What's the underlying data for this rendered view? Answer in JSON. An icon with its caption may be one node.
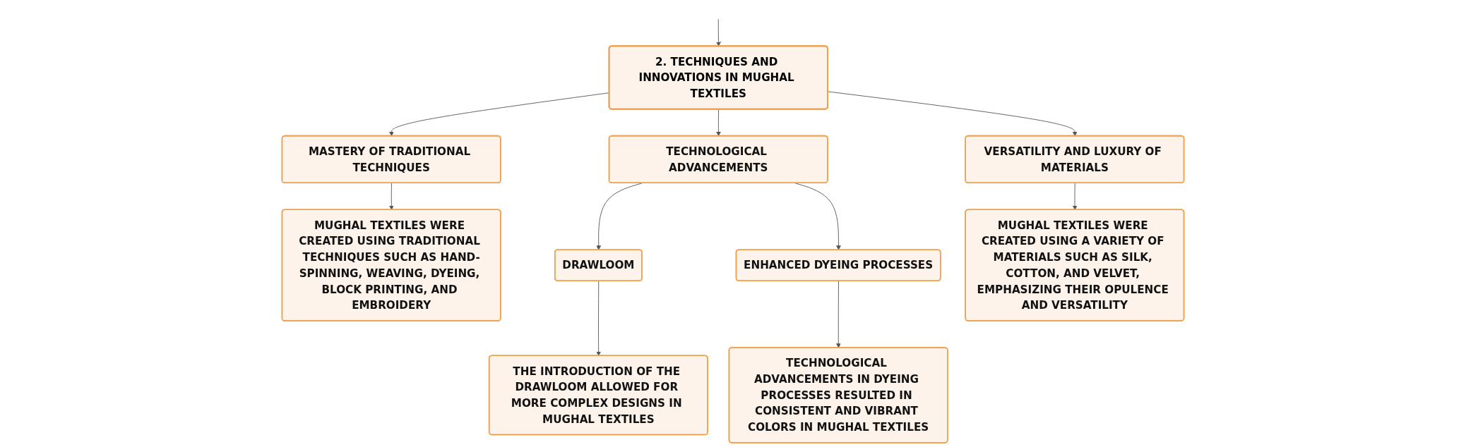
{
  "diagram": {
    "nodes": [
      {
        "text": [
          "2. TECHNIQUES AND INNOVATIONS IN MUGHAL TEXTILES"
        ]
      },
      {
        "text": [
          "MASTERY OF TRADITIONAL TECHNIQUES"
        ]
      },
      {
        "text": [
          "MUGHAL TEXTILES WERE CREATED USING TRADITIONAL TECHNIQUES SUCH AS HAND-SPINNING, WEAVING, DYEING, BLOCK PRINTING, AND EMBROIDERY"
        ]
      },
      {
        "text": [
          "TECHNOLOGICAL ADVANCEMENTS"
        ]
      },
      {
        "text": [
          "DRAWLOOM"
        ]
      },
      {
        "text": [
          "THE INTRODUCTION OF THE DRAWLOOM ALLOWED FOR MORE COMPLEX DESIGNS IN MUGHAL TEXTILES"
        ]
      },
      {
        "text": [
          "ENHANCED DYEING PROCESSES"
        ]
      },
      {
        "text": [
          "TECHNOLOGICAL ADVANCEMENTS IN DYEING PROCESSES RESULTED IN CONSISTENT AND VIBRANT COLORS IN MUGHAL TEXTILES"
        ]
      },
      {
        "text": [
          "VERSATILITY AND LUXURY OF MATERIALS"
        ]
      },
      {
        "text": [
          "MUGHAL TEXTILES WERE CREATED USING A VARIETY OF MATERIALS SUCH AS SILK, COTTON, AND VELVET, EMPHASIZING THEIR OPULENCE AND VERSATILITY"
        ]
      }
    ],
    "edges": [
      {
        "from": null,
        "to": 0,
        "arrow": "to"
      },
      {
        "from": 0,
        "to": 1,
        "arrow": "to"
      },
      {
        "from": 1,
        "to": 2,
        "arrow": "to"
      },
      {
        "from": 0,
        "to": 3,
        "arrow": "to"
      },
      {
        "from": 3,
        "to": 4,
        "arrow": "to"
      },
      {
        "from": 4,
        "to": 5,
        "arrow": "to"
      },
      {
        "from": 3,
        "to": 6,
        "arrow": "to"
      },
      {
        "from": 6,
        "to": 7,
        "arrow": "to"
      },
      {
        "from": 0,
        "to": 8,
        "arrow": "to"
      },
      {
        "from": 8,
        "to": 9,
        "arrow": "to"
      }
    ]
  }
}
